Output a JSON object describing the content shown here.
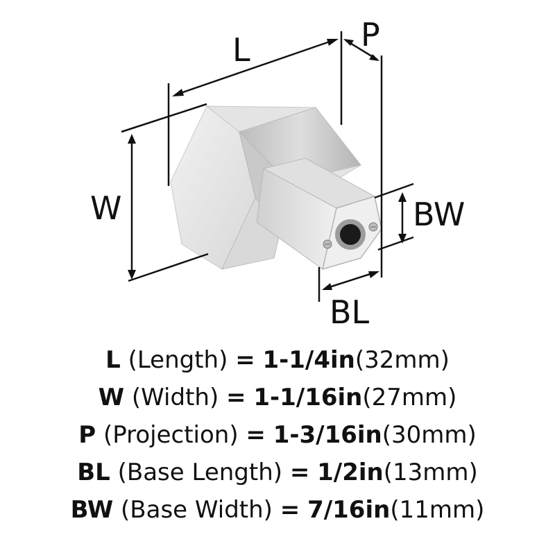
{
  "labels": {
    "length": "L",
    "projection": "P",
    "width": "W",
    "base_width": "BW",
    "base_length": "BL"
  },
  "specs": [
    {
      "abbr": "L",
      "name": "(Length)",
      "eq": "=",
      "imperial": "1-1/4in",
      "metric": "(32mm)"
    },
    {
      "abbr": "W",
      "name": "(Width)",
      "eq": "=",
      "imperial": "1-1/16in",
      "metric": "(27mm)"
    },
    {
      "abbr": "P",
      "name": "(Projection)",
      "eq": "=",
      "imperial": "1-3/16in",
      "metric": "(30mm)"
    },
    {
      "abbr": "BL",
      "name": "(Base Length)",
      "eq": "=",
      "imperial": "1/2in",
      "metric": "(13mm)"
    },
    {
      "abbr": "BW",
      "name": "(Base Width)",
      "eq": "=",
      "imperial": "7/16in",
      "metric": "(11mm)"
    }
  ],
  "colors": {
    "ink": "#111111",
    "metal_light": "#e9e9e9",
    "metal_mid": "#cfcfcf",
    "metal_dark": "#a9a9a9"
  }
}
